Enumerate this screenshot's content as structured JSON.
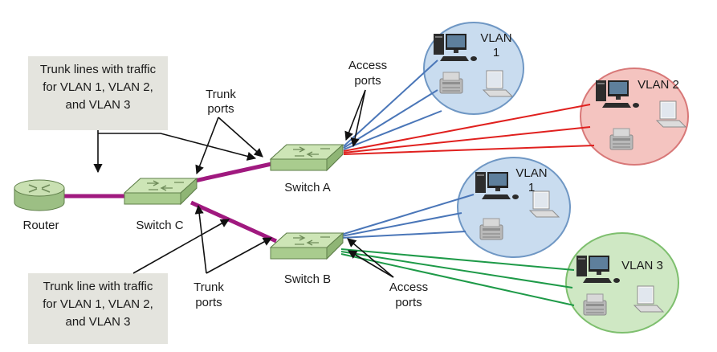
{
  "notes": {
    "top": [
      "Trunk lines with traffic",
      "for VLAN 1, VLAN 2,",
      "and VLAN 3"
    ],
    "bottom": [
      "Trunk line with traffic",
      "for VLAN 1, VLAN 2,",
      "and VLAN 3"
    ]
  },
  "labels": {
    "router": "Router",
    "switch_a": "Switch A",
    "switch_b": "Switch B",
    "switch_c": "Switch C",
    "trunk_ports_top": [
      "Trunk",
      "ports"
    ],
    "trunk_ports_bottom": [
      "Trunk",
      "ports"
    ],
    "access_ports_top": [
      "Access",
      "ports"
    ],
    "access_ports_bottom": [
      "Access",
      "ports"
    ]
  },
  "vlans": {
    "a1": [
      "VLAN",
      "1"
    ],
    "a2": "VLAN 2",
    "b1": [
      "VLAN",
      "1"
    ],
    "b3": "VLAN 3"
  },
  "colors": {
    "trunk": "#a0197f",
    "vlan1": "#4a76b8",
    "vlan2": "#e0201e",
    "vlan3": "#1e9a48",
    "vlan1_fill": "#c9dcef",
    "vlan2_fill": "#f4c4c0",
    "vlan3_fill": "#cfe8c4",
    "switch_fill": "#bcd8a4",
    "note_fill": "#e4e4de"
  },
  "icons": [
    "router-icon",
    "switch-icon",
    "desktop-computer-icon",
    "printer-icon",
    "laptop-icon"
  ]
}
